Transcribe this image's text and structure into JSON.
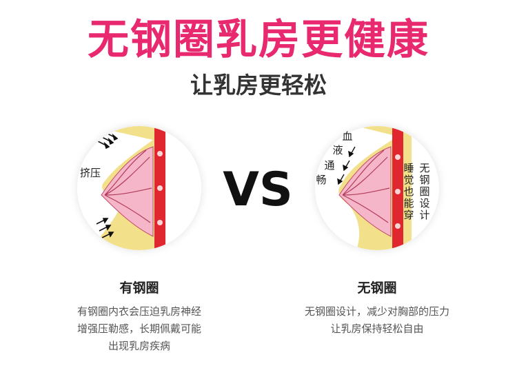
{
  "title": "无钢圈乳房更健康",
  "subtitle": "让乳房更轻松",
  "vs": "VS",
  "left": {
    "label": "挤压",
    "caption_title": "有钢圈",
    "caption_lines": [
      "有钢圈内衣会压迫乳房神经",
      "增强压勒感，长期佩戴可能",
      "出现乳房疾病"
    ]
  },
  "right": {
    "flow_text": [
      "血",
      "液",
      "通",
      "畅"
    ],
    "vertical_col1": "睡觉也能穿",
    "vertical_col2": "无钢圈设计",
    "caption_title": "无钢圈",
    "caption_lines": [
      "无钢圈设计，减少对胸部的压力",
      "让乳房保持轻松自由"
    ]
  },
  "colors": {
    "title": "#e8296f",
    "fat": "#f3e08a",
    "tissue": "#f4b6c8",
    "muscle": "#e0262f",
    "skin": "#f7c9c0"
  },
  "icons": [
    "arrow-icon"
  ]
}
